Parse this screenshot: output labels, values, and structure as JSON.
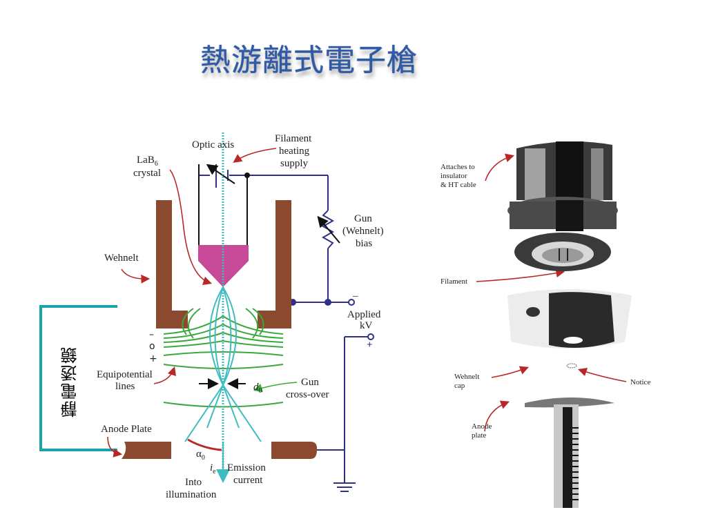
{
  "slide": {
    "title": "熱游離式電子槍",
    "lens_bracket_label": "靜電透鏡"
  },
  "diagram": {
    "labels": {
      "optic_axis": "Optic axis",
      "filament_heating_supply_1": "Filament",
      "filament_heating_supply_2": "heating",
      "filament_heating_supply_3": "supply",
      "lab6_1": "LaB",
      "lab6_sub": "6",
      "lab6_2": "crystal",
      "wehnelt": "Wehnelt",
      "gun_bias_1": "Gun",
      "gun_bias_2": "(Wehnelt)",
      "gun_bias_3": "bias",
      "applied_kv_1": "Applied",
      "applied_kv_2": "kV",
      "minus_sign": "–",
      "plus_sign": "+",
      "potential_minus": "–",
      "potential_zero": "o",
      "potential_plus": "+",
      "equipotential_1": "Equipotential",
      "equipotential_2": "lines",
      "d0": "d",
      "d0_sub": "0",
      "gun_crossover_1": "Gun",
      "gun_crossover_2": "cross-over",
      "anode_plate": "Anode Plate",
      "alpha0": "α",
      "alpha0_sub": "0",
      "ie": "i",
      "ie_sub": "e",
      "emission_current_1": "Emission",
      "emission_current_2": "current",
      "into_illumination_1": "Into",
      "into_illumination_2": "illumination"
    },
    "colors": {
      "electrode": "#8b4a2f",
      "crystal": "#c64a97",
      "circuit": "#2f2f86",
      "beam": "#3fbcc0",
      "equipotential": "#3aa83a",
      "pointer": "#b82828"
    }
  },
  "photo": {
    "labels": {
      "attaches_1": "Attaches to",
      "attaches_2": "insulator",
      "attaches_3": "& HT cable",
      "filament": "Filament",
      "wehnelt_cap_1": "Wehnelt",
      "wehnelt_cap_2": "cap",
      "notice": "Notice",
      "anode_plate_1": "Anode",
      "anode_plate_2": "plate"
    }
  }
}
